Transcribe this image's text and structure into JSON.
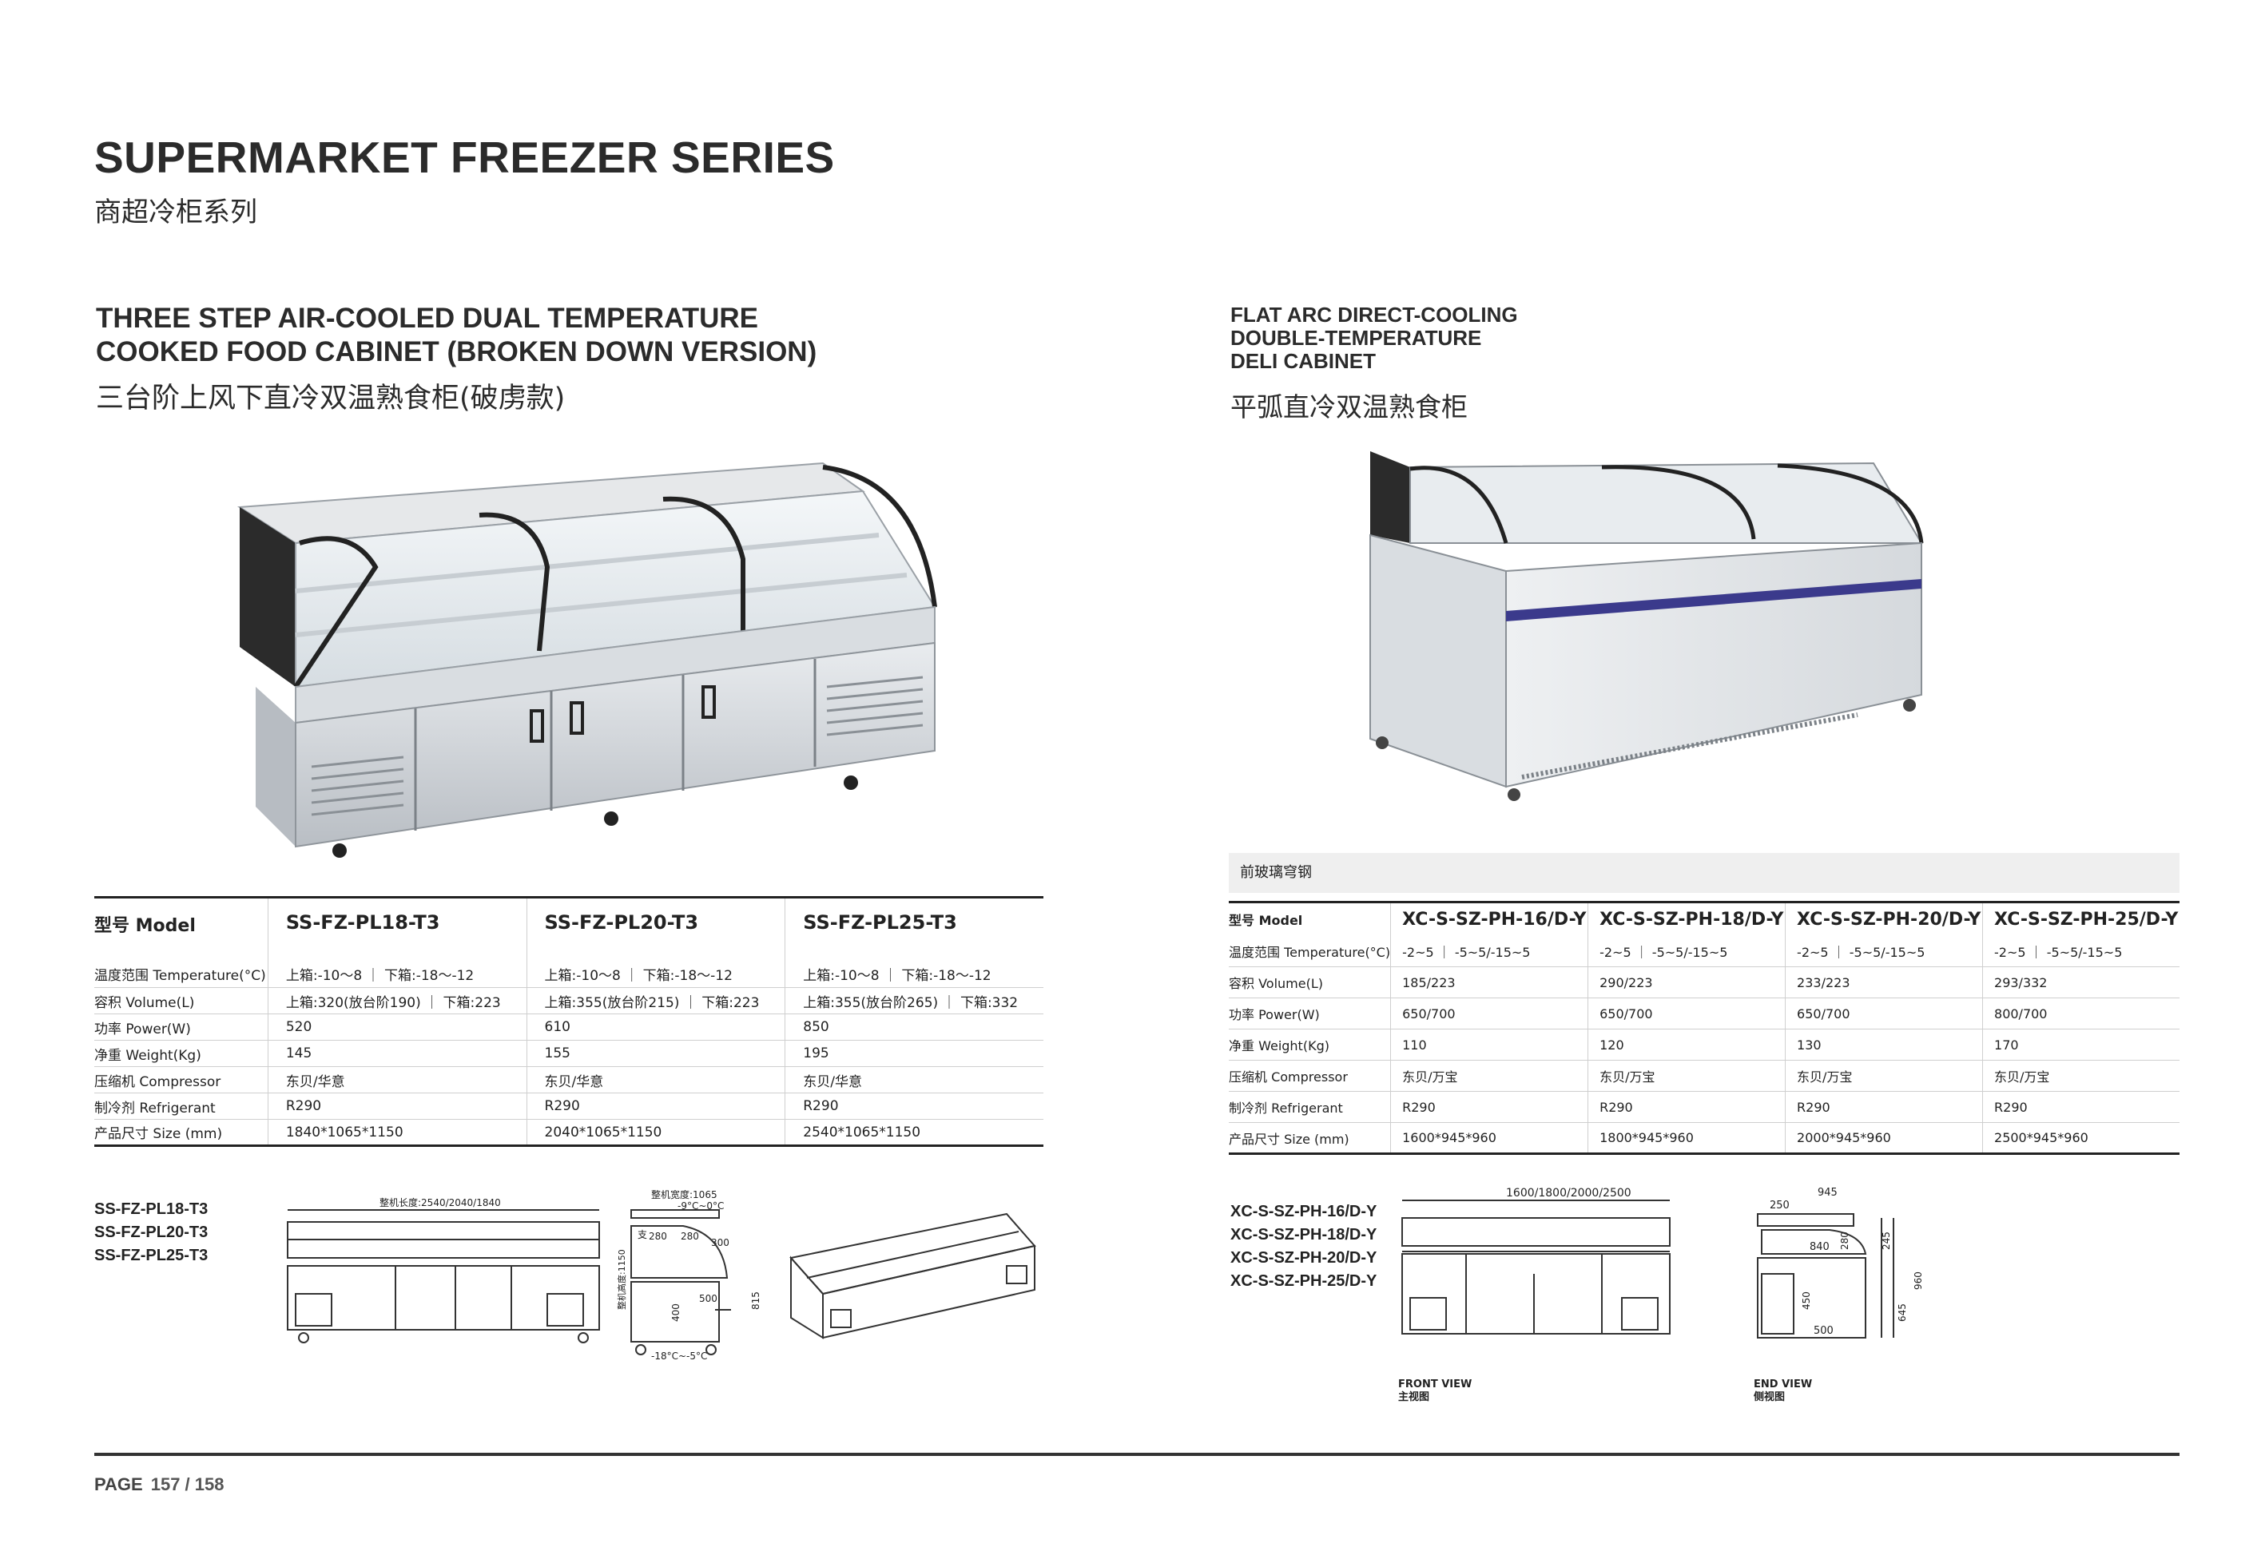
{
  "header": {
    "title": "SUPERMARKET FREEZER SERIES",
    "subtitle_cn": "商超冷柜系列"
  },
  "left_product": {
    "title_line1": "THREE STEP AIR-COOLED DUAL TEMPERATURE",
    "title_line2": "COOKED FOOD CABINET (BROKEN DOWN VERSION)",
    "title_cn": "三台阶上风下直冷双温熟食柜(破虏款)",
    "table": {
      "header": [
        "型号 Model",
        "SS-FZ-PL18-T3",
        "SS-FZ-PL20-T3",
        "SS-FZ-PL25-T3"
      ],
      "rows": [
        [
          "温度范围 Temperature(°C)",
          "上箱:-10～8 ｜ 下箱:-18～-12",
          "上箱:-10～8 ｜ 下箱:-18～-12",
          "上箱:-10～8 ｜ 下箱:-18～-12"
        ],
        [
          "容积 Volume(L)",
          "上箱:320(放台阶190) ｜ 下箱:223",
          "上箱:355(放台阶215) ｜ 下箱:223",
          "上箱:355(放台阶265) ｜ 下箱:332"
        ],
        [
          "功率 Power(W)",
          "520",
          "610",
          "850"
        ],
        [
          "净重 Weight(Kg)",
          "145",
          "155",
          "195"
        ],
        [
          "压缩机 Compressor",
          "东贝/华意",
          "东贝/华意",
          "东贝/华意"
        ],
        [
          "制冷剂 Refrigerant",
          "R290",
          "R290",
          "R290"
        ],
        [
          "产品尺寸 Size (mm)",
          "1840*1065*1150",
          "2040*1065*1150",
          "2540*1065*1150"
        ]
      ]
    },
    "models": [
      "SS-FZ-PL18-T3",
      "SS-FZ-PL20-T3",
      "SS-FZ-PL25-T3"
    ],
    "drawing": {
      "length_label": "整机长度:2540/2040/1840",
      "width_label": "整机宽度:1065",
      "height_label": "整机高度:1150",
      "temp_top": "-9°C~0°C",
      "temp_bottom": "-18°C~-5°C",
      "dim_280a": "280",
      "dim_280b": "280",
      "dim_300": "300",
      "dim_500": "500",
      "dim_400": "400",
      "dim_815": "815",
      "step_label": "支"
    }
  },
  "right_product": {
    "title_line1": "FLAT ARC DIRECT-COOLING",
    "title_line2": "DOUBLE-TEMPERATURE",
    "title_line3": "DELI CABINET",
    "title_cn": "平弧直冷双温熟食柜",
    "note": "前玻璃穹钢",
    "table": {
      "header": [
        "型号 Model",
        "XC-S-SZ-PH-16/D-Y",
        "XC-S-SZ-PH-18/D-Y",
        "XC-S-SZ-PH-20/D-Y",
        "XC-S-SZ-PH-25/D-Y"
      ],
      "rows": [
        [
          "温度范围 Temperature(°C)",
          "-2~5 ｜ -5~5/-15~5",
          "-2~5 ｜ -5~5/-15~5",
          "-2~5 ｜ -5~5/-15~5",
          "-2~5 ｜ -5~5/-15~5"
        ],
        [
          "容积 Volume(L)",
          "185/223",
          "290/223",
          "233/223",
          "293/332"
        ],
        [
          "功率 Power(W)",
          "650/700",
          "650/700",
          "650/700",
          "800/700"
        ],
        [
          "净重 Weight(Kg)",
          "110",
          "120",
          "130",
          "170"
        ],
        [
          "压缩机 Compressor",
          "东贝/万宝",
          "东贝/万宝",
          "东贝/万宝",
          "东贝/万宝"
        ],
        [
          "制冷剂 Refrigerant",
          "R290",
          "R290",
          "R290",
          "R290"
        ],
        [
          "产品尺寸 Size (mm)",
          "1600*945*960",
          "1800*945*960",
          "2000*945*960",
          "2500*945*960"
        ]
      ]
    },
    "models": [
      "XC-S-SZ-PH-16/D-Y",
      "XC-S-SZ-PH-18/D-Y",
      "XC-S-SZ-PH-20/D-Y",
      "XC-S-SZ-PH-25/D-Y"
    ],
    "drawing": {
      "front_length": "1600/1800/2000/2500",
      "front_view_en": "FRONT VIEW",
      "front_view_cn": "主视图",
      "end_view_en": "END VIEW",
      "end_view_cn": "侧视图",
      "dim_945": "945",
      "dim_250": "250",
      "dim_840": "840",
      "dim_280": "280",
      "dim_245": "245",
      "dim_960": "960",
      "dim_450": "450",
      "dim_645": "645",
      "dim_500": "500"
    }
  },
  "footer": {
    "page_label": "PAGE",
    "page_num": "157 / 158"
  },
  "colors": {
    "text_dark": "#2b2b2b",
    "rule": "#222222",
    "accent_stripe": "#3b3a8c",
    "note_bg": "#efefef"
  }
}
